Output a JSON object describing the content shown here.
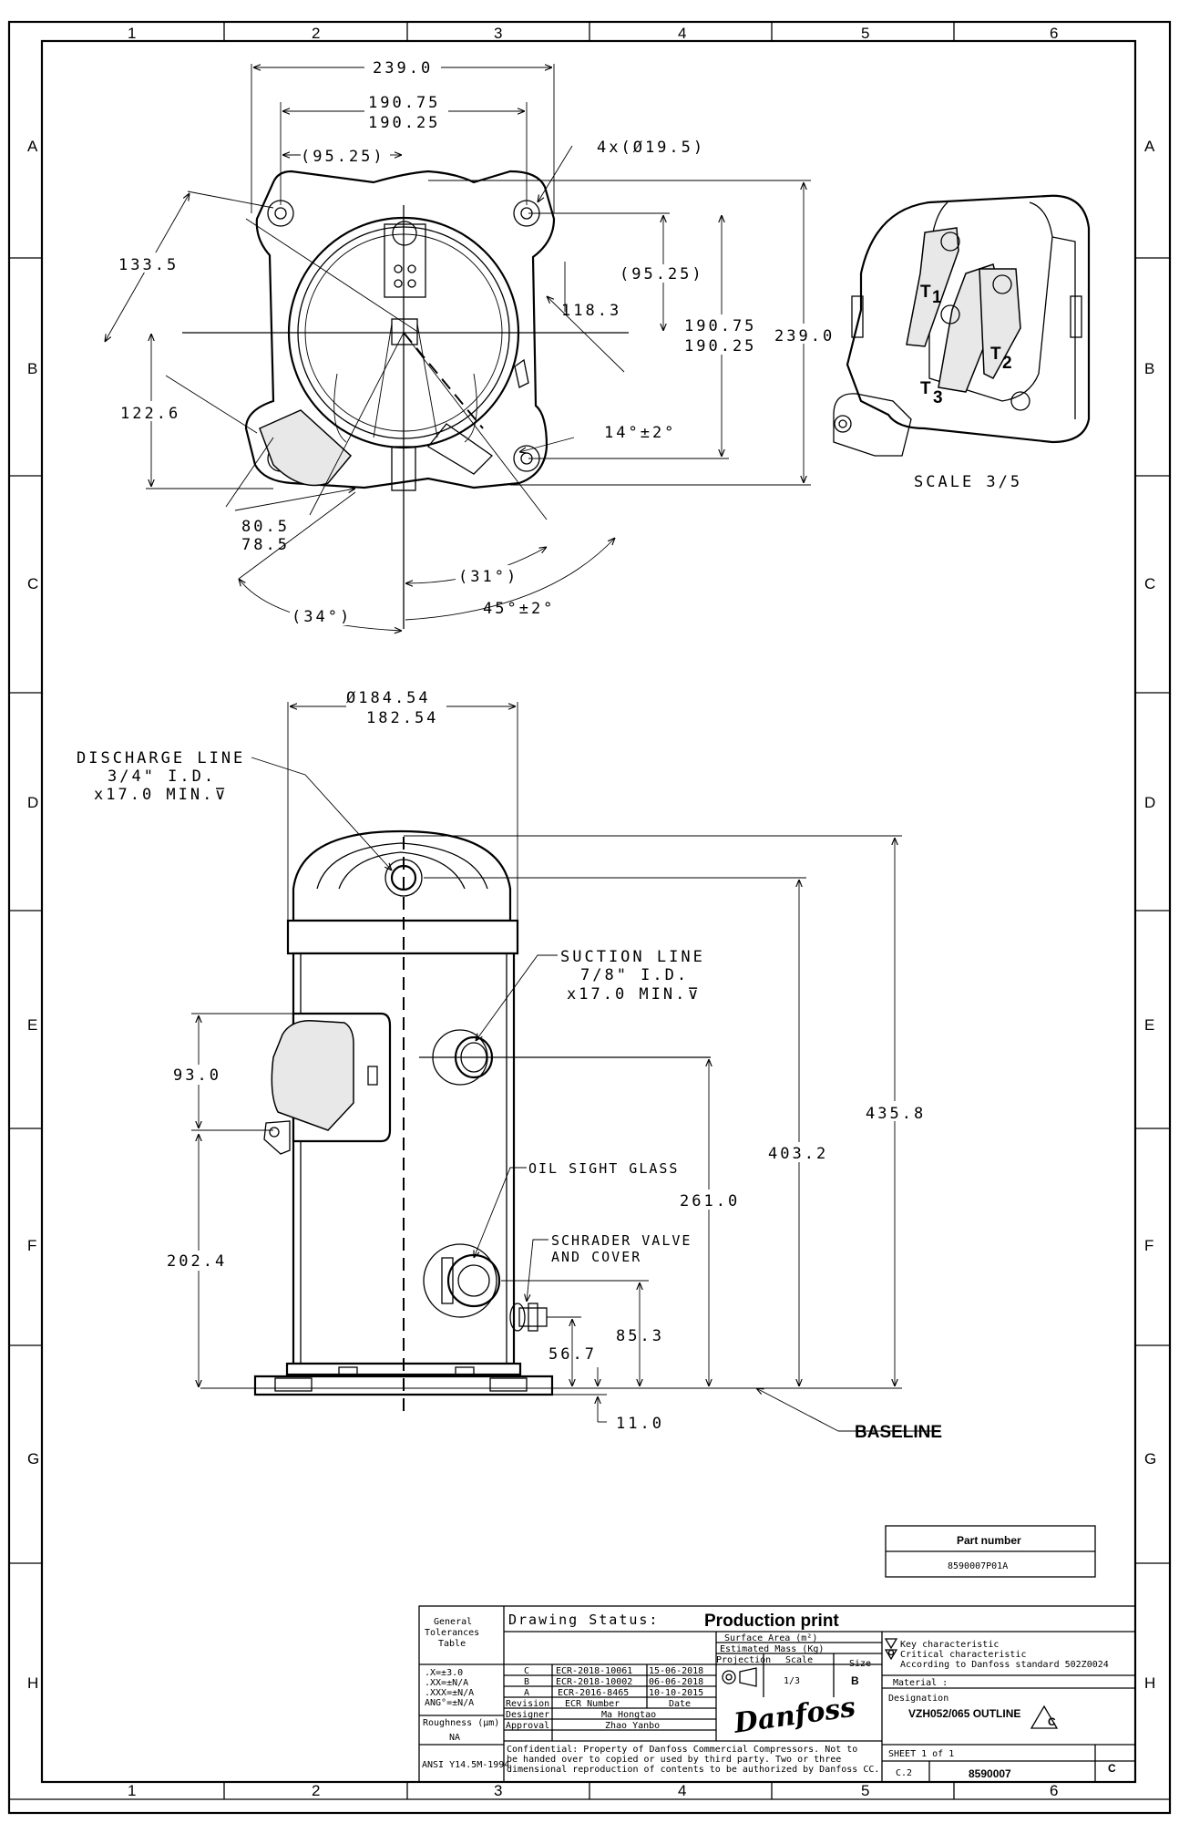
{
  "zones": {
    "columns": [
      "1",
      "2",
      "3",
      "4",
      "5",
      "6"
    ],
    "rows": [
      "A",
      "B",
      "C",
      "D",
      "E",
      "F",
      "G",
      "H"
    ]
  },
  "top_view": {
    "dims": {
      "width_total": "239.0",
      "mount_upper": "190.75",
      "mount_lower": "190.25",
      "half_mount": "(95.25)",
      "holes": "4x(Ø19.5)",
      "diag": "133.5",
      "right_half": "(95.25)",
      "radius": "118.3",
      "right_upper": "190.75",
      "right_lower": "190.25",
      "height_total": "239.0",
      "left_offset": "122.6",
      "angle_14": "14°±2°",
      "d_80": "80.5",
      "d_78": "78.5",
      "angle_31": "(31°)",
      "angle_34": "(34°)",
      "angle_45": "45°±2°"
    }
  },
  "terminal_box": {
    "t1": "T",
    "t1_sub": "1",
    "t2": "T",
    "t2_sub": "2",
    "t3": "T",
    "t3_sub": "3",
    "scale": "SCALE 3/5"
  },
  "side_view": {
    "dia_upper": "Ø184.54",
    "dia_lower": "182.54",
    "discharge": [
      "DISCHARGE LINE",
      "3/4\" I.D.",
      "x17.0 MIN.⊽"
    ],
    "suction": [
      "SUCTION LINE",
      "7/8\" I.D.",
      "x17.0 MIN.⊽"
    ],
    "oil": "OIL SIGHT GLASS",
    "schrader": [
      "SCHRADER VALVE",
      "AND COVER"
    ],
    "d_93": "93.0",
    "d_202": "202.4",
    "d_435": "435.8",
    "d_403": "403.2",
    "d_261": "261.0",
    "d_85": "85.3",
    "d_56": "56.7",
    "d_11": "11.0",
    "baseline": "BASELINE"
  },
  "part_number": {
    "label": "Part number",
    "value": "8590007P01A"
  },
  "title_block": {
    "general": [
      "General",
      "Tolerances",
      "Table"
    ],
    "tolerances": [
      ".X=±3.0",
      ".XX=±N/A",
      ".XXX=±N/A",
      "ANG°=±N/A"
    ],
    "roughness_label": "Roughness (µm)",
    "roughness_value": "NA",
    "ansi": "ANSI Y14.5M-1994",
    "status_label": "Drawing Status:",
    "status_value": "Production print",
    "surface_area": "Surface Area (m²)",
    "estimated_mass": "Estimated Mass (Kg)",
    "projection": "Projection",
    "scale_label": "Scale",
    "scale_value": "1/3",
    "size_label": "Size",
    "size_value": "B",
    "revisions": [
      {
        "rev": "C",
        "ecr": "ECR-2018-10061",
        "date": "15-06-2018"
      },
      {
        "rev": "B",
        "ecr": "ECR-2018-10002",
        "date": "06-06-2018"
      },
      {
        "rev": "A",
        "ecr": "ECR-2016-8465",
        "date": "10-10-2015"
      }
    ],
    "rev_header": "Revision",
    "ecr_header": "ECR Number",
    "date_header": "Date",
    "designer_label": "Designer",
    "designer": "Ma Hongtao",
    "approval_label": "Approval",
    "approval": "Zhao Yanbo",
    "brand": "Danfoss",
    "key_char": "Key characteristic",
    "crit_char": "Critical characteristic",
    "according": "According to Danfoss standard 502Z0024",
    "material": "Material :",
    "designation_label": "Designation",
    "designation": "VZH052/065 OUTLINE",
    "designation_rev": "C",
    "confidential": [
      "Confidential: Property of Danfoss Commercial Compressors. Not to",
      "be handed over to copied or used by third party. Two or three",
      "dimensional reproduction of contents to be authorized by Danfoss CC."
    ],
    "sheet": "SHEET 1 of 1",
    "c2": "C.2",
    "drawing_number": "8590007",
    "drawing_rev": "C"
  }
}
